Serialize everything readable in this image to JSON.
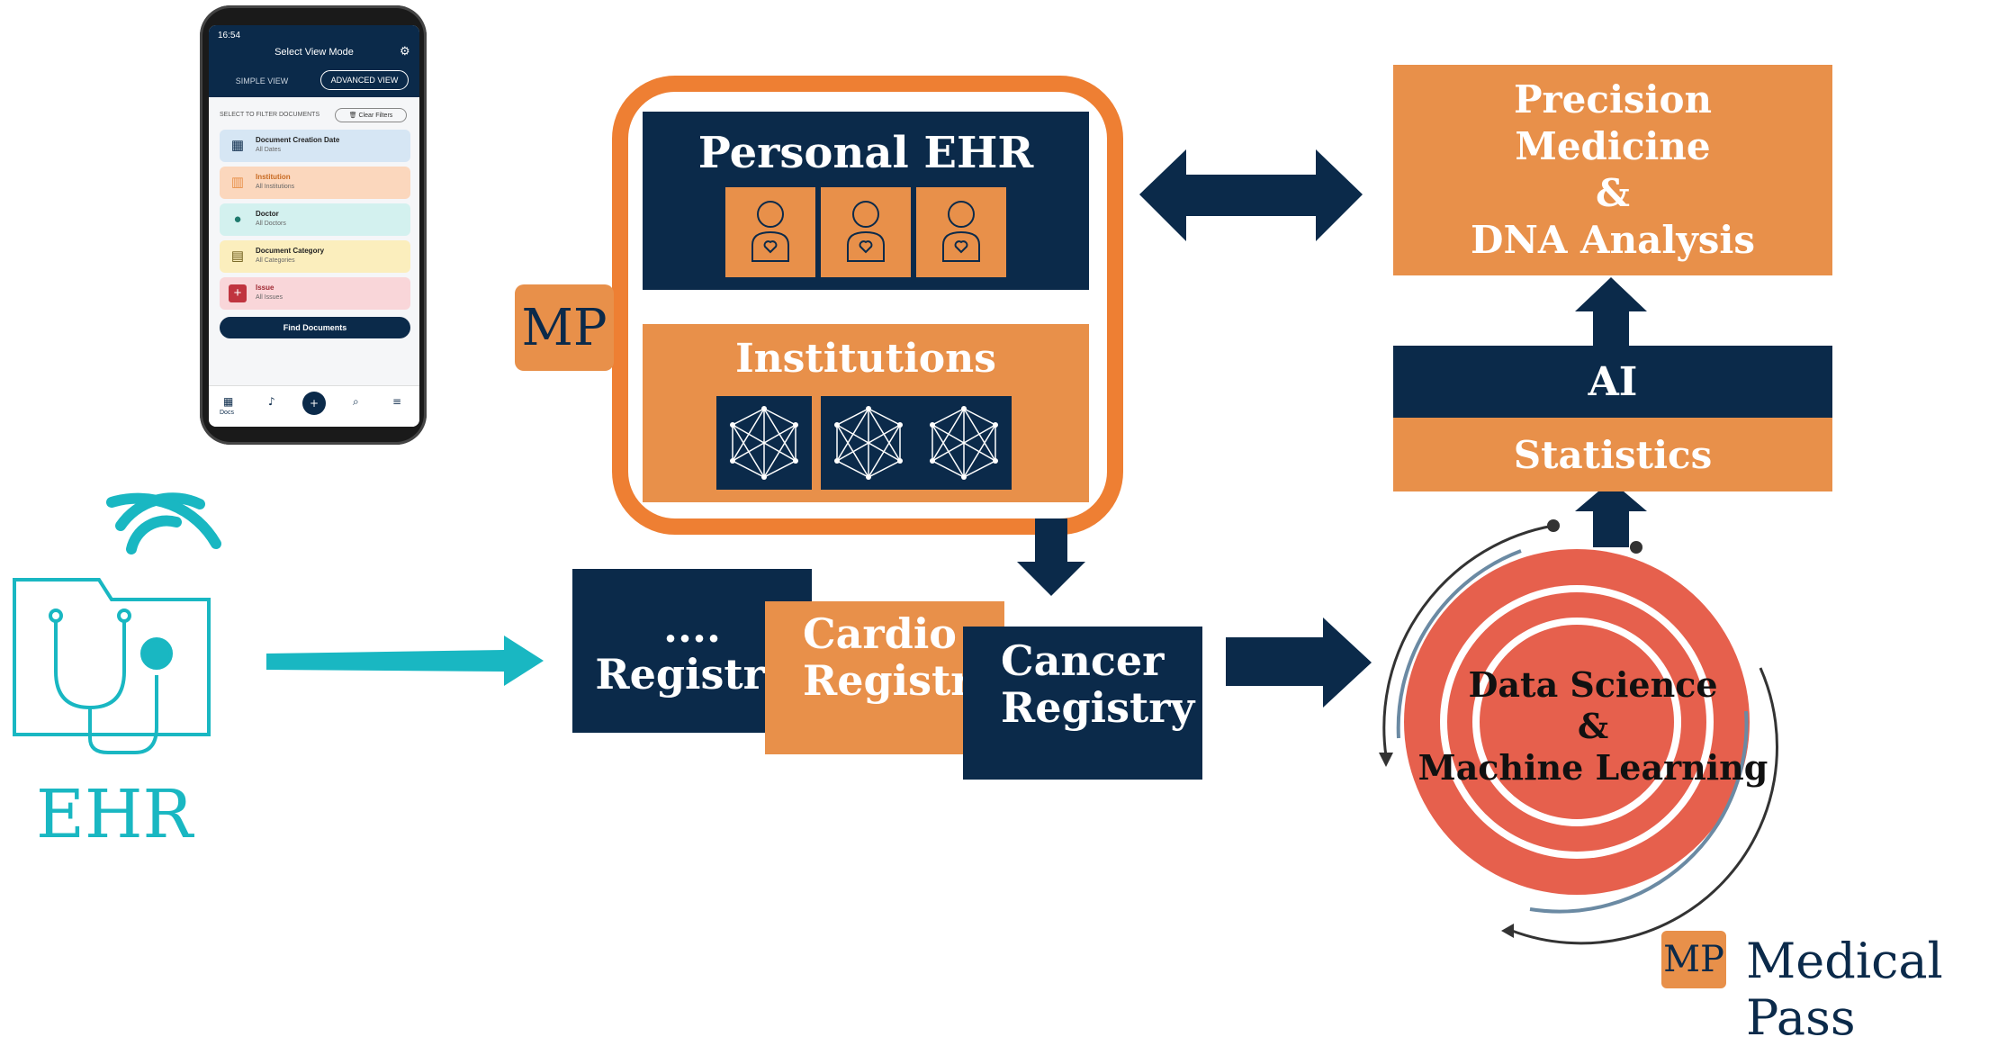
{
  "phone": {
    "time": "16:54",
    "title": "Select View Mode",
    "tab_simple": "SIMPLE VIEW",
    "tab_advanced": "ADVANCED VIEW",
    "filter_prompt": "SELECT TO FILTER DOCUMENTS",
    "clear_filters": "Clear Filters",
    "filters": [
      {
        "label": "Document Creation Date",
        "value": "All Dates",
        "color": "#d6e6f4",
        "icon_color": "#0b2a4a",
        "icon": "calendar-icon"
      },
      {
        "label": "Institution",
        "value": "All Institutions",
        "color": "#fbd7bd",
        "icon_color": "#e8904a",
        "icon": "building-icon"
      },
      {
        "label": "Doctor",
        "value": "All Doctors",
        "color": "#d3f1ef",
        "icon_color": "#1f7a6e",
        "icon": "doctor-icon"
      },
      {
        "label": "Document Category",
        "value": "All Categories",
        "color": "#fbeebd",
        "icon_color": "#6b5a16",
        "icon": "clipboard-icon"
      },
      {
        "label": "Issue",
        "value": "All Issues",
        "color": "#f9d6d9",
        "icon_color": "#c0343f",
        "icon": "plus-cross-icon"
      }
    ],
    "find_button": "Find Documents",
    "nav_docs": "Docs"
  },
  "diagram": {
    "personal_ehr": "Personal EHR",
    "institutions": "Institutions",
    "mp_badge": "MP",
    "registry_dots_1": "....",
    "registry_dots_2": "Registry",
    "cardio_1": "Cardio",
    "cardio_2": "Registry",
    "cancer_1": "Cancer",
    "cancer_2": "Registry",
    "precision_1": "Precision",
    "precision_2": "Medicine",
    "precision_3": "&",
    "precision_4": "DNA Analysis",
    "ai": "AI",
    "statistics": "Statistics",
    "ds_1": "Data Science",
    "ds_2": "&",
    "ds_3": "Machine Learning",
    "ehr_label": "EHR"
  },
  "logo": {
    "mark": "MP",
    "name": "Medical Pass"
  },
  "colors": {
    "navy": "#0b2a4a",
    "orange": "#e8904a",
    "frame_orange": "#ee7f33",
    "teal": "#19b7c2",
    "coral": "#e6604d"
  }
}
